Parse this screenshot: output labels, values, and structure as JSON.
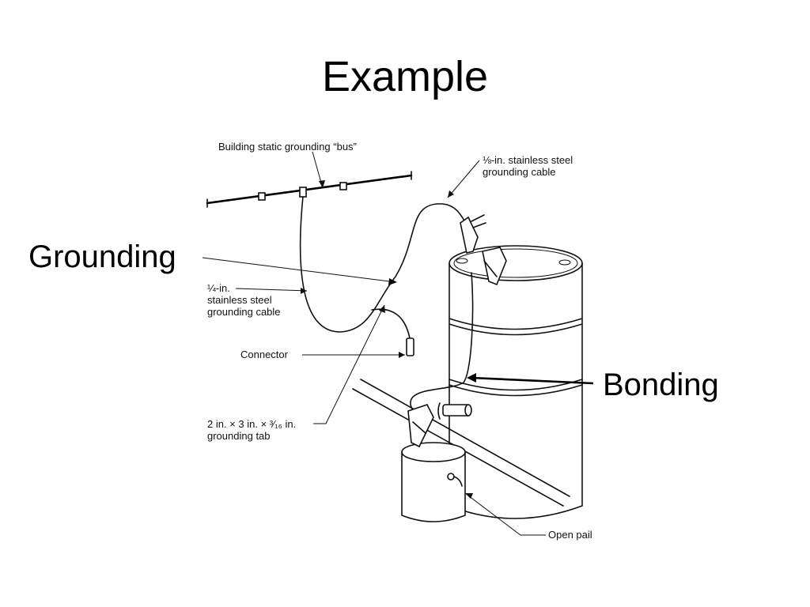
{
  "slide": {
    "title": "Example",
    "grounding_label": "Grounding",
    "bonding_label": "Bonding"
  },
  "diagram": {
    "bus_label": "Building static grounding “bus”",
    "half_inch_cable_label": [
      "⅛-in. stainless steel",
      "grounding cable"
    ],
    "quarter_inch_cable_label": [
      "¼-in.",
      "stainless steel",
      "grounding cable"
    ],
    "connector_label": "Connector",
    "tab_label": [
      "2 in. × 3 in. × ³⁄₁₆ in.",
      "grounding tab"
    ],
    "open_pail_label": "Open pail"
  }
}
